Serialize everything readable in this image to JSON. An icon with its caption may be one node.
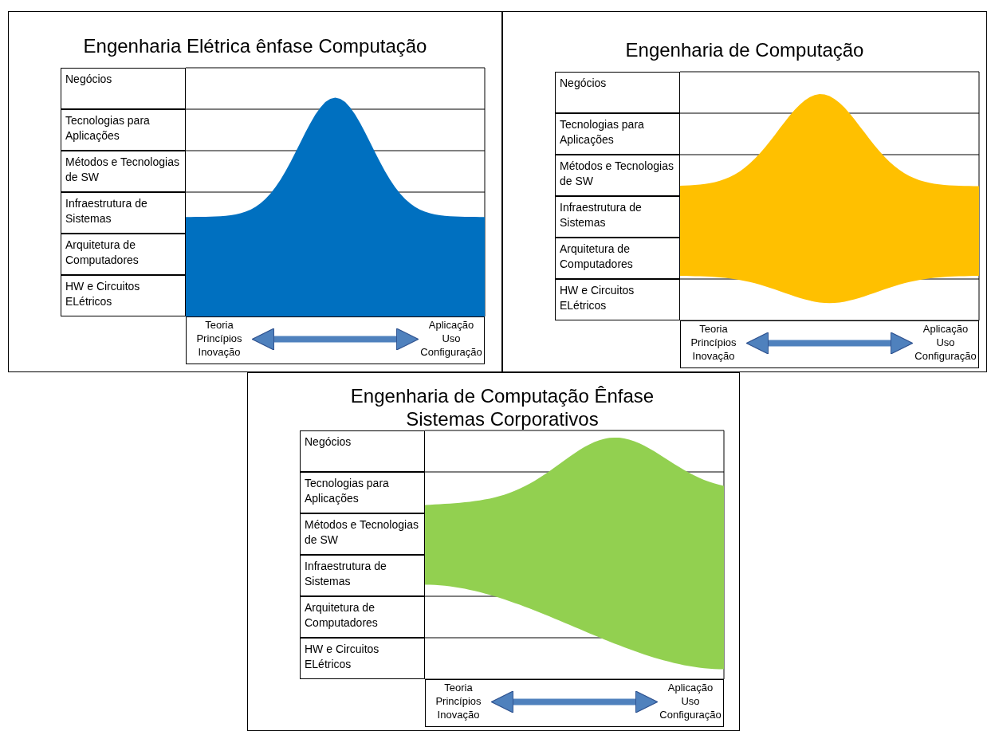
{
  "diagram": {
    "nodes": [
      {
        "text": [
          "Engenharia Elétrica ênfase Computação"
        ]
      },
      {
        "text": [
          "Negócios"
        ],
        "in": 0
      },
      {
        "text": [
          "Tecnologias para Aplicações"
        ],
        "in": 0
      },
      {
        "text": [
          "Métodos e Tecnologias de SW"
        ],
        "in": 0
      },
      {
        "text": [
          "Infraestrutura de Sistemas"
        ],
        "in": 0
      },
      {
        "text": [
          "Arquitetura de Computadores"
        ],
        "in": 0
      },
      {
        "text": [
          "HW e Circuitos ELétricos"
        ],
        "in": 0
      },
      {
        "text": [],
        "shape": "box",
        "in": 0
      },
      {
        "text": [
          "Teoria Princípios Inovação"
        ],
        "in": 7
      },
      {
        "text": [
          "Aplicação Uso Configuração"
        ],
        "in": 7
      },
      {
        "text": [
          "Engenharia de Computação"
        ]
      },
      {
        "text": [
          "Negócios"
        ],
        "in": 10
      },
      {
        "text": [
          "Tecnologias para Aplicações"
        ],
        "in": 10
      },
      {
        "text": [
          "Métodos e Tecnologias de SW"
        ],
        "in": 10
      },
      {
        "text": [
          "Infraestrutura de Sistemas"
        ],
        "in": 10
      },
      {
        "text": [
          "Arquitetura de Computadores"
        ],
        "in": 10
      },
      {
        "text": [
          "HW e Circuitos ELétricos"
        ],
        "in": 10
      },
      {
        "text": [],
        "shape": "box",
        "in": 10
      },
      {
        "text": [
          "Teoria Princípios Inovação"
        ],
        "in": 17
      },
      {
        "text": [
          "Aplicação Uso Configuração"
        ],
        "in": 17
      },
      {
        "text": [
          "Engenharia de Computação Ênfase Sistemas Corporativos"
        ]
      },
      {
        "text": [
          "Negócios"
        ],
        "in": 20
      },
      {
        "text": [
          "Tecnologias para Aplicações"
        ],
        "in": 20
      },
      {
        "text": [
          "Métodos e Tecnologias de SW"
        ],
        "in": 20
      },
      {
        "text": [
          "Infraestrutura de Sistemas"
        ],
        "in": 20
      },
      {
        "text": [
          "Arquitetura de Computadores"
        ],
        "in": 20
      },
      {
        "text": [
          "HW e Circuitos ELétricos"
        ],
        "in": 20
      },
      {
        "text": [],
        "shape": "box",
        "in": 20
      },
      {
        "text": [
          "Teoria Princípios Inovação"
        ],
        "in": 27
      },
      {
        "text": [
          "Aplicação Uso Configuração"
        ],
        "in": 27
      }
    ],
    "edges": [
      {
        "from": 8,
        "to": 9,
        "arrow": "both"
      },
      {
        "from": 18,
        "to": 19,
        "arrow": "both"
      },
      {
        "from": 28,
        "to": 29,
        "arrow": "both"
      }
    ]
  }
}
